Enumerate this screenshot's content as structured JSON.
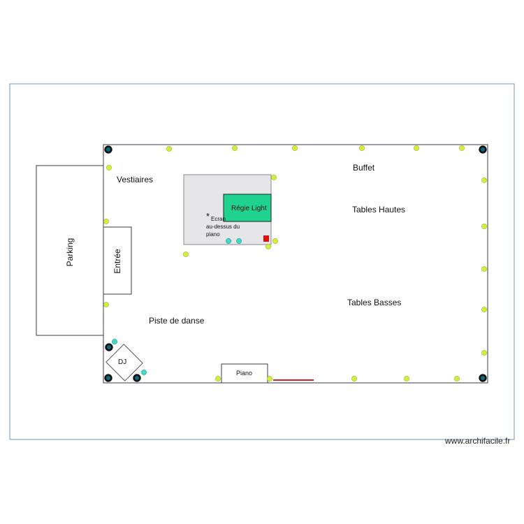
{
  "zones": {
    "parking": "Parking",
    "entree": "Entrée",
    "vestiaires": "Vestiaires",
    "regie_light": "Régie Light",
    "screen_marker": "*",
    "screen_note": [
      "Ecran",
      "au-dessus du",
      "piano"
    ],
    "buffet": "Buffet",
    "tables_hautes": "Tables Hautes",
    "tables_basses": "Tables Basses",
    "piste_de_danse": "Piste de danse",
    "dj": "DJ",
    "piano": "Piano"
  },
  "watermark": "www.archifacile.fr",
  "colors": {
    "outer_border": "#6f97bd",
    "wall": "#3a3a4a",
    "regie_fill": "#1fd38f",
    "stage_fill": "#e6e6e8",
    "light_spot": "#d6ee3a",
    "cyan_spot": "#3fd9c6",
    "speaker": "#0a6b80",
    "red_marker": "#e01010",
    "red_line": "#d42020"
  },
  "icons": {
    "spot": "yellow-spotlight-icon",
    "cyan": "cyan-spotlight-icon",
    "speaker": "speaker-icon"
  }
}
